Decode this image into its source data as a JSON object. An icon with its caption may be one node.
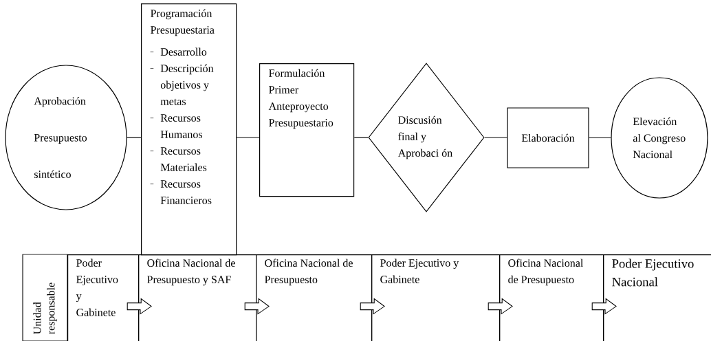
{
  "diagram": {
    "nodes": [
      {
        "text": [
          "Aprobación Presupuesto sintético"
        ]
      },
      {
        "text": [
          "Programación Presupuestaria",
          "Desarrollo",
          "Descripción objetivos y metas",
          "Recursos Humanos",
          "Recursos Materiales",
          "Recursos Financieros"
        ]
      },
      {
        "text": [
          "Formulación Primer Anteproyecto Presupuestario"
        ]
      },
      {
        "text": [
          "Discusión final y Aprobaci ón"
        ]
      },
      {
        "text": [
          "Elaboración"
        ]
      },
      {
        "text": [
          "Elevación al Congreso Nacional"
        ]
      },
      {
        "text": [
          "Unidad responsable"
        ]
      },
      {
        "text": [
          "Poder Ejecutivo y Gabinete"
        ]
      },
      {
        "text": [
          "Oficina Nacional de Presupuesto y SAF"
        ]
      },
      {
        "text": [
          "Oficina Nacional de Presupuesto"
        ]
      },
      {
        "text": [
          "Poder Ejecutivo y Gabinete"
        ]
      },
      {
        "text": [
          "Oficina Nacional de Presupuesto"
        ]
      },
      {
        "text": [
          "Poder Ejecutivo Nacional"
        ]
      }
    ],
    "edges": [
      {
        "from": 0,
        "to": 1,
        "arrow": "none"
      },
      {
        "from": 1,
        "to": 2,
        "arrow": "none"
      },
      {
        "from": 2,
        "to": 3,
        "arrow": "none"
      },
      {
        "from": 3,
        "to": 4,
        "arrow": "none"
      },
      {
        "from": 4,
        "to": 5,
        "arrow": "none"
      },
      {
        "from": 7,
        "to": 8,
        "arrow": "to"
      },
      {
        "from": 8,
        "to": 9,
        "arrow": "to"
      },
      {
        "from": 9,
        "to": 10,
        "arrow": "to"
      },
      {
        "from": 10,
        "to": 11,
        "arrow": "to"
      },
      {
        "from": 11,
        "to": 12,
        "arrow": "to"
      }
    ]
  }
}
